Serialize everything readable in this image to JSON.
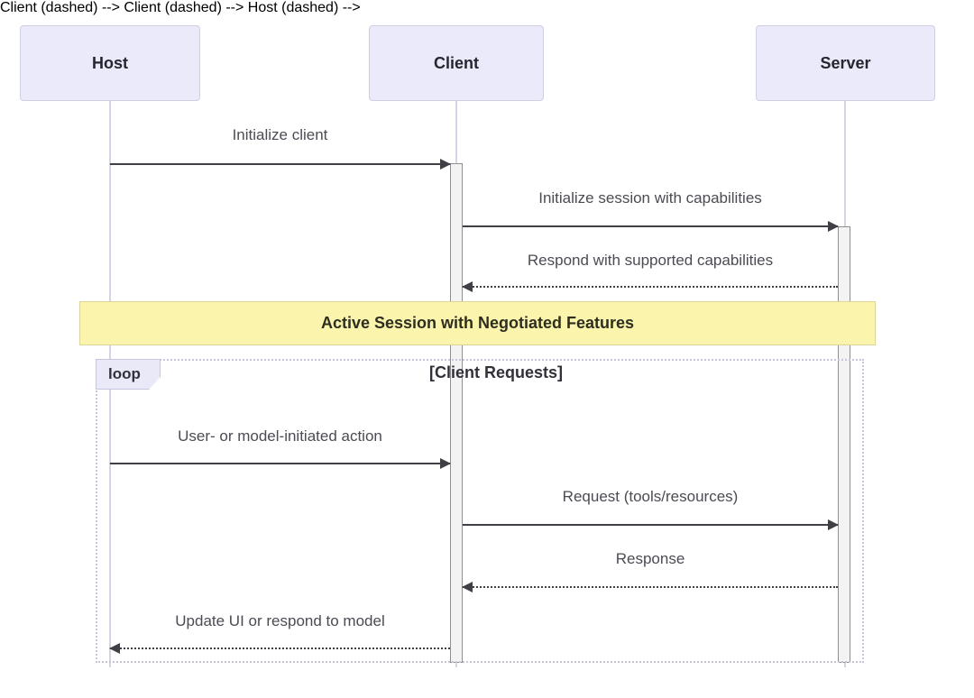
{
  "diagram": {
    "type": "sequence-diagram",
    "actors": [
      {
        "id": "host",
        "label": "Host"
      },
      {
        "id": "client",
        "label": "Client"
      },
      {
        "id": "server",
        "label": "Server"
      }
    ],
    "messages": [
      {
        "from": "Host",
        "to": "Client",
        "label": "Initialize client",
        "line": "solid",
        "direction": "right"
      },
      {
        "from": "Client",
        "to": "Server",
        "label": "Initialize session with capabilities",
        "line": "solid",
        "direction": "right"
      },
      {
        "from": "Server",
        "to": "Client",
        "label": "Respond with supported capabilities",
        "line": "dashed",
        "direction": "left"
      },
      {
        "from": "Host",
        "to": "Client",
        "label": "User- or model-initiated action",
        "line": "solid",
        "direction": "right"
      },
      {
        "from": "Client",
        "to": "Server",
        "label": "Request (tools/resources)",
        "line": "solid",
        "direction": "right"
      },
      {
        "from": "Server",
        "to": "Client",
        "label": "Response",
        "line": "dashed",
        "direction": "left"
      },
      {
        "from": "Client",
        "to": "Host",
        "label": "Update UI or respond to model",
        "line": "dashed",
        "direction": "left"
      }
    ],
    "note": {
      "text": "Active Session with Negotiated Features"
    },
    "loop": {
      "label": "loop",
      "condition": "[Client Requests]"
    },
    "colors": {
      "background": "#ffffff",
      "actor_fill": "#eaeafa",
      "actor_border": "#cfcfe4",
      "lifeline": "#d4d4e6",
      "activation_fill": "#f3f3f3",
      "activation_border": "#8f8f8f",
      "note_fill": "#fbf4ad",
      "note_border": "#ddd49a",
      "loop_border": "#c5c5de",
      "arrow": "#3f3f46",
      "message_text": "#4b4b54"
    }
  }
}
